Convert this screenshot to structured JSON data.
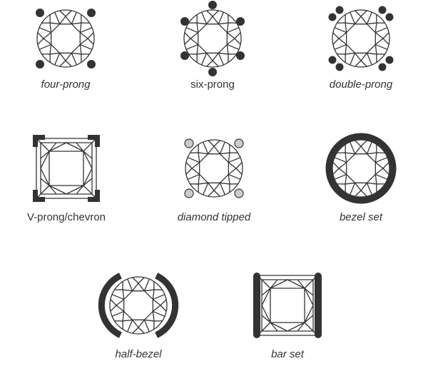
{
  "settings": [
    {
      "label": "four-prong",
      "italic": true
    },
    {
      "label": "six-prong",
      "italic": false
    },
    {
      "label": "double-prong",
      "italic": true
    },
    {
      "label": "V-prong/chevron",
      "italic": false
    },
    {
      "label": "diamond tipped",
      "italic": true
    },
    {
      "label": "bezel set",
      "italic": true
    },
    {
      "label": "half-bezel",
      "italic": true
    },
    {
      "label": "bar set",
      "italic": true
    }
  ],
  "colors": {
    "line": "#333333",
    "metal": "#333333",
    "tip": "#cccccc",
    "background": "#ffffff"
  }
}
